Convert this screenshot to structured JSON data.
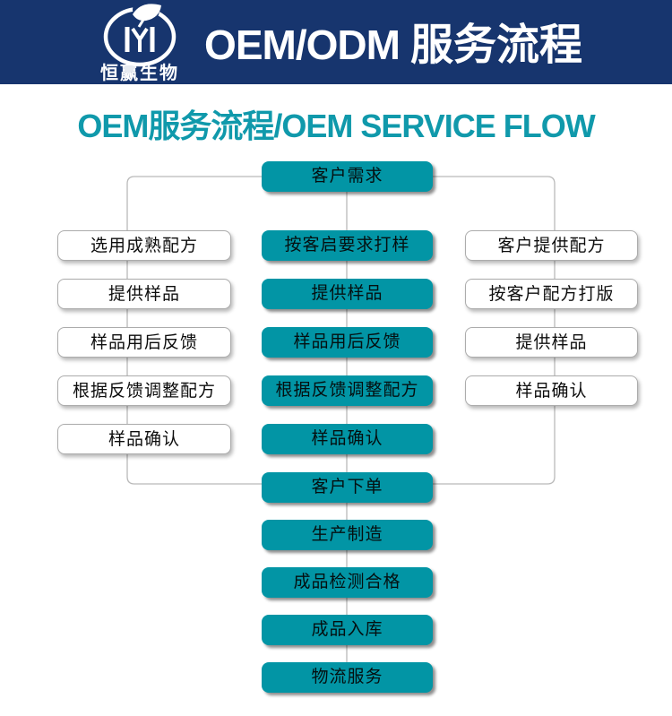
{
  "header": {
    "brand_name": "恒赢生物",
    "title_latin": "OEM/ODM",
    "title_cn": "服务流程",
    "bg_color": "#17356E",
    "text_color": "#FFFFFF"
  },
  "section_title": {
    "text": "OEM服务流程/OEM SERVICE FLOW",
    "color": "#1099AB"
  },
  "flow": {
    "node_teal_color": "#0295A5",
    "node_white_border_color": "#ACACAC",
    "line_color": "#B9B9B9",
    "top": "客户需求",
    "left": [
      "选用成熟配方",
      "提供样品",
      "样品用后反馈",
      "根据反馈调整配方",
      "样品确认"
    ],
    "center": [
      "按客启要求打样",
      "提供样品",
      "样品用后反馈",
      "根据反馈调整配方",
      "样品确认"
    ],
    "right": [
      "客户提供配方",
      "按客户配方打版",
      "提供样品",
      "样品确认"
    ],
    "bottom": [
      "客户下单",
      "生产制造",
      "成品检测合格",
      "成品入库",
      "物流服务"
    ]
  }
}
